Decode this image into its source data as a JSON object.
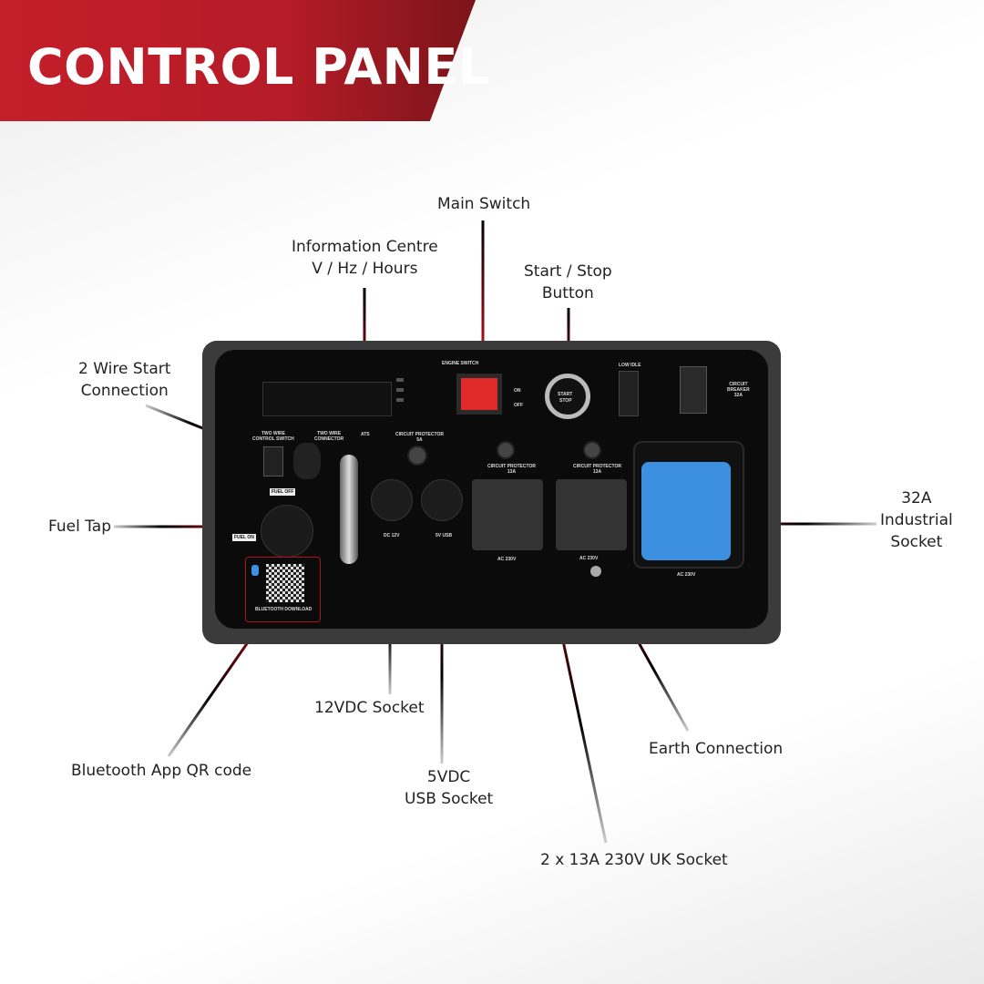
{
  "header": {
    "title": "CONTROL PANEL"
  },
  "callouts": {
    "main_switch": "Main Switch",
    "info_centre": [
      "Information Centre",
      "V / Hz / Hours"
    ],
    "start_stop": [
      "Start / Stop",
      "Button"
    ],
    "two_wire": [
      "2 Wire Start",
      "Connection"
    ],
    "fuel_tap": "Fuel Tap",
    "industrial": [
      "32A",
      "Industrial",
      "Socket"
    ],
    "bluetooth": "Bluetooth App QR code",
    "dc12": "12VDC Socket",
    "usb": [
      "5VDC",
      "USB Socket"
    ],
    "uk_socket": "2 x 13A 230V UK Socket",
    "earth": "Earth Connection"
  },
  "panel_labels": {
    "engine_switch": "ENGINE SWITCH",
    "on": "ON",
    "off": "OFF",
    "start": "START",
    "stop": "STOP",
    "low_idle": "LOW IDLE",
    "circuit_breaker": [
      "CIRCUIT",
      "BREAKER",
      "32A"
    ],
    "two_wire_switch": [
      "TWO WIRE",
      "CONTROL SWITCH"
    ],
    "two_wire_connector": [
      "TWO WIRE",
      "CONNECTOR"
    ],
    "ats": "ATS",
    "cp_5a": [
      "CIRCUIT PROTECTOR",
      "5A"
    ],
    "cp_13a": [
      "CIRCUIT PROTECTOR",
      "13A"
    ],
    "fuel_off": "FUEL OFF",
    "fuel_on": "FUEL ON",
    "dc12": "DC 12V",
    "usb": "5V USB",
    "ac230": "AC 230V",
    "bt_download": "BLUETOOTH DOWNLOAD"
  },
  "colors": {
    "brand_red": "#c41e2a",
    "socket_blue": "#3d8fe0"
  }
}
